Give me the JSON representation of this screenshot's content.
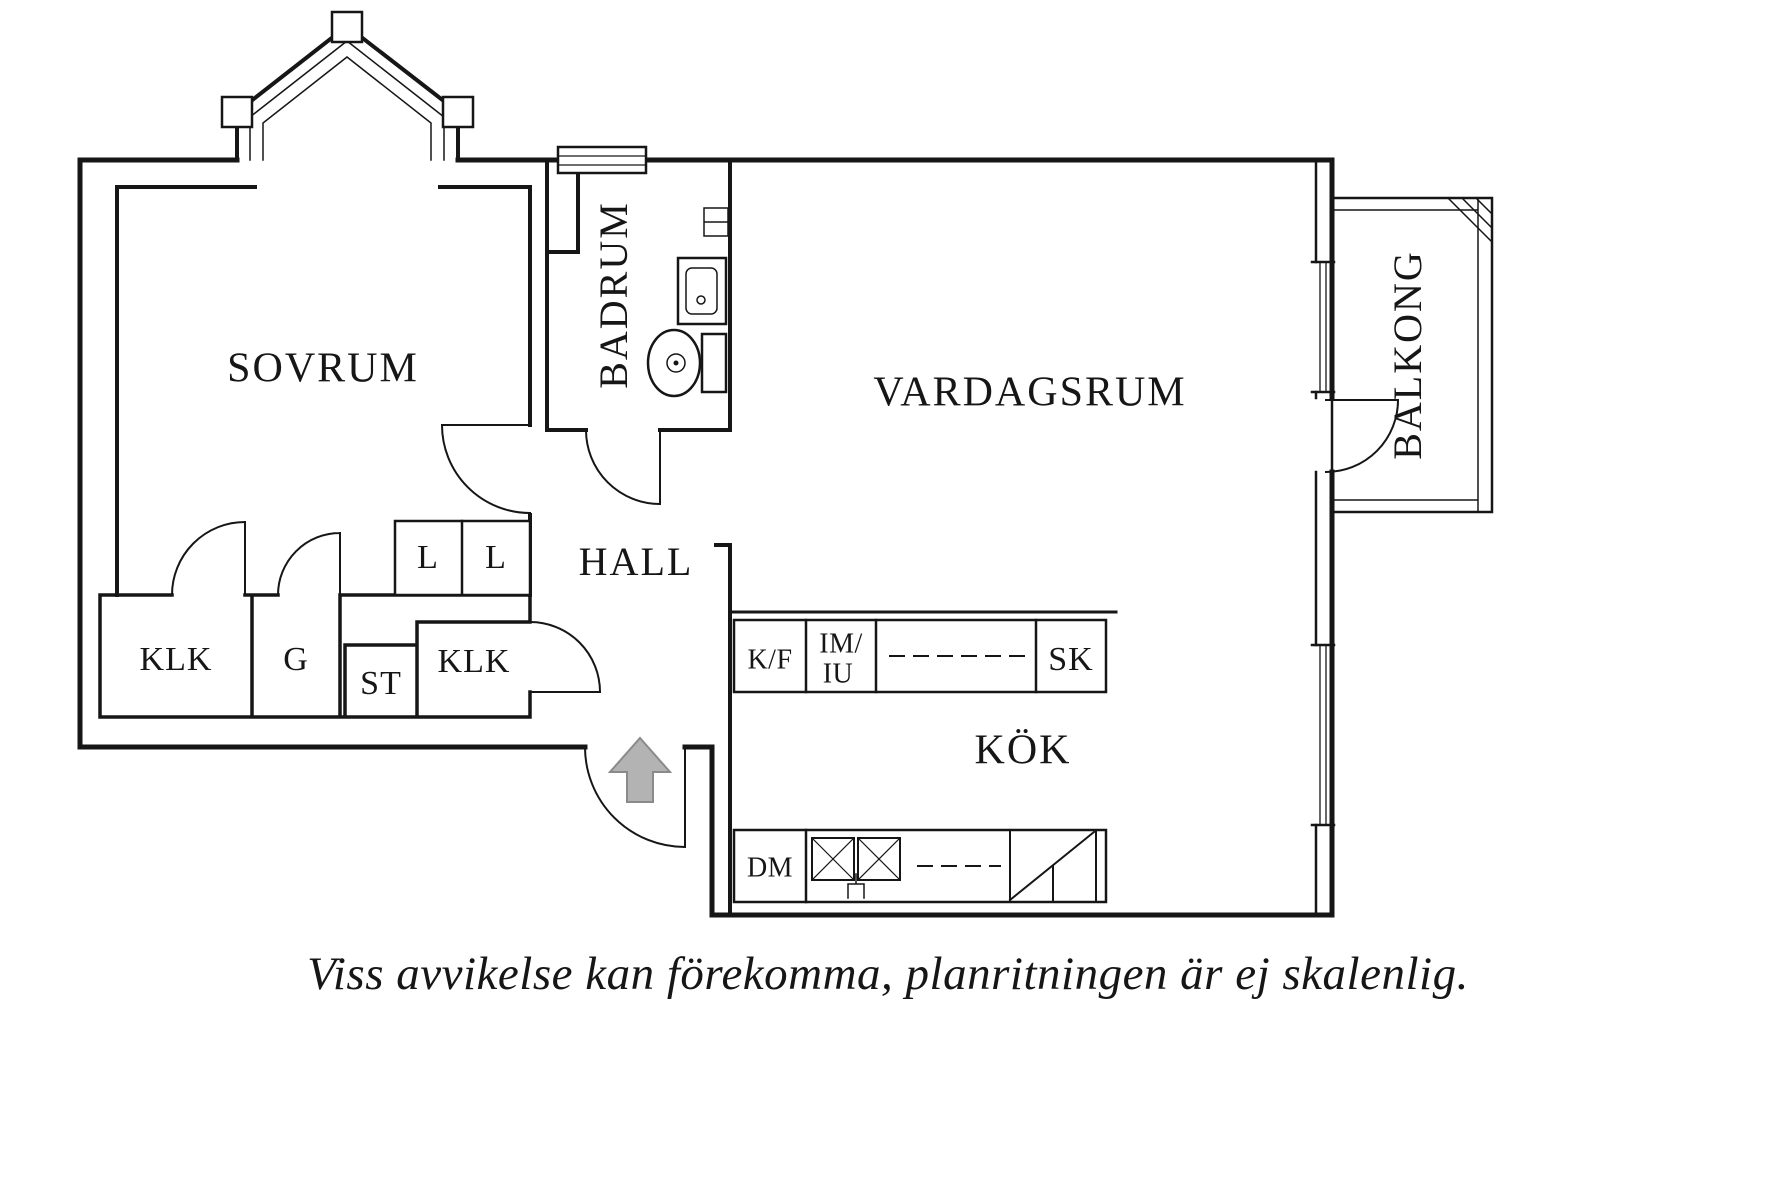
{
  "rooms": {
    "sovrum": "SOVRUM",
    "badrum": "BADRUM",
    "vardagsrum": "VARDAGSRUM",
    "balkong": "BALKONG",
    "hall": "HALL",
    "kok": "KÖK",
    "klk_left": "KLK",
    "garderob": "G",
    "stadskap": "ST",
    "klk_right": "KLK"
  },
  "wardrobes": {
    "l1": "L",
    "l2": "L"
  },
  "kitchen": {
    "kf": "K/F",
    "im_line1": "IM/",
    "im_line2": "IU",
    "sk": "SK",
    "dm": "DM"
  },
  "caption": "Viss avvikelse kan förekomma, planritningen är ej skalenlig.",
  "colors": {
    "line": "#161616",
    "background": "#ffffff",
    "entry_arrow_fill": "#b3b3b3",
    "entry_arrow_stroke": "#8a8a8a"
  }
}
